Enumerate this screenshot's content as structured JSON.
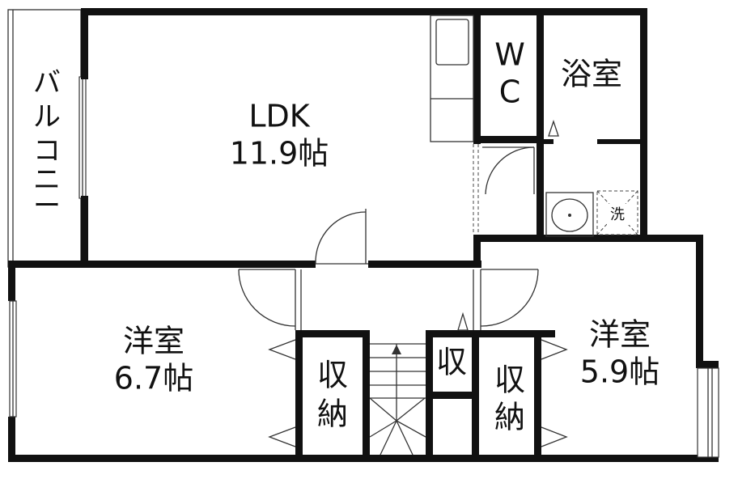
{
  "rooms": {
    "balcony": "バルコニー",
    "ldk_name": "LDK",
    "ldk_size": "11.9帖",
    "wc_w": "W",
    "wc_c": "C",
    "bath": "浴室",
    "washer": "洗",
    "western1_name": "洋室",
    "western1_size": "6.7帖",
    "western2_name": "洋室",
    "western2_size": "5.9帖",
    "storage_top": "収",
    "storage_bottom": "納",
    "storage_small": "収"
  }
}
